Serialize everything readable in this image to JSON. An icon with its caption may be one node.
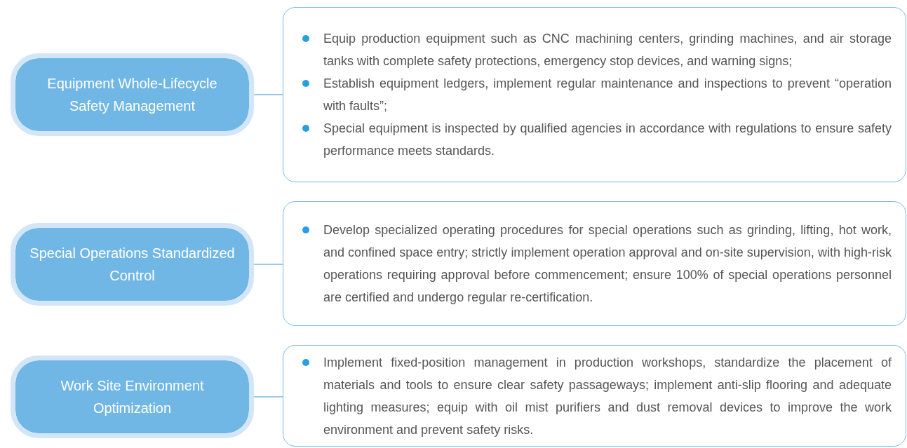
{
  "diagram": {
    "nodes": [
      {
        "text": [
          "Equipment Whole-Lifecycle Safety Management"
        ]
      },
      {
        "text": [
          "Equip production equipment such as CNC machining centers, grinding machines, and air storage tanks with complete safety protections, emergency stop devices, and warning signs;",
          "Establish equipment ledgers, implement regular maintenance and inspections to prevent “operation with faults”;",
          "Special equipment is inspected by qualified agencies in accordance with regulations to ensure safety performance meets standards."
        ]
      },
      {
        "text": [
          "Special Operations Standardized Control"
        ]
      },
      {
        "text": [
          "Develop specialized operating procedures for special operations such as grinding, lifting, hot work, and confined space entry; strictly implement operation approval and on-site supervision, with high-risk operations requiring approval before commencement; ensure 100% of special operations personnel are certified and undergo regular re-certification."
        ]
      },
      {
        "text": [
          "Work Site Environment Optimization"
        ]
      },
      {
        "text": [
          "Implement fixed-position management in production workshops, standardize the placement of materials and tools to ensure clear safety passageways; implement anti-slip flooring and adequate lighting measures; equip with oil mist purifiers and dust removal devices to improve the work environment and prevent safety risks."
        ]
      }
    ],
    "edges": [
      {
        "from": 0,
        "to": 1,
        "arrow": "none"
      },
      {
        "from": 2,
        "to": 3,
        "arrow": "none"
      },
      {
        "from": 4,
        "to": 5,
        "arrow": "none"
      }
    ]
  }
}
